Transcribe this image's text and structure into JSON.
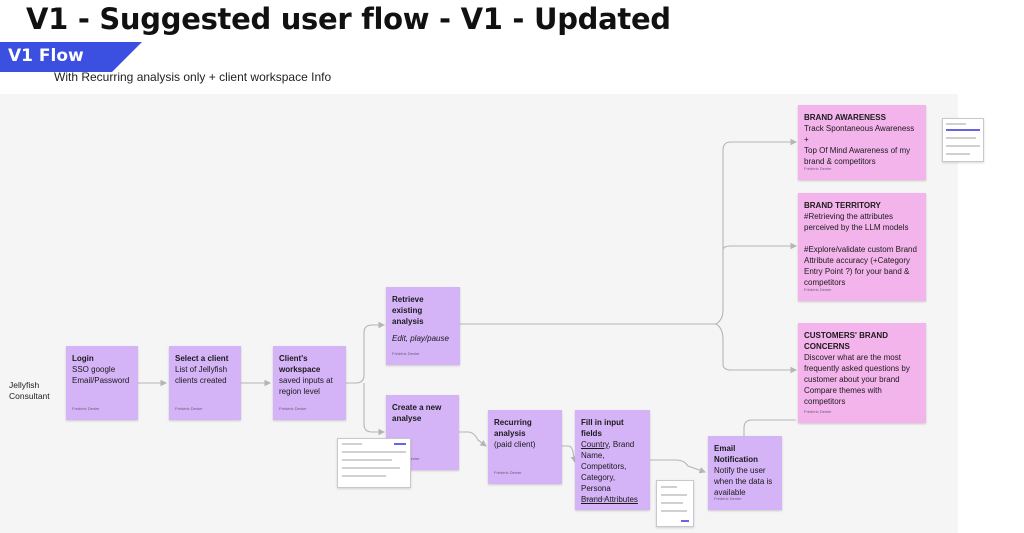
{
  "header": {
    "title": "V1 - Suggested user flow - V1 - Updated",
    "flow_tag": "V1 Flow",
    "subtitle": "With  Recurring analysis only + client workspace Info"
  },
  "actor": "Jellyfish\nConsultant",
  "colors": {
    "flow_tag": "#3b4fe0",
    "sticky_purple": "#d4b3f7",
    "sticky_pink": "#f3b4ec",
    "board": "#f5f5f5",
    "edge": "#b5b5b5"
  },
  "nodes": {
    "login": {
      "title": "Login",
      "body": "SSO google\nEmail/Password",
      "author": "Frédéric Denier"
    },
    "select_client": {
      "title": "Select a client",
      "body": "List of Jellyfish\nclients created",
      "author": "Frédéric Denier"
    },
    "workspace": {
      "title": "Client's\nworkspace",
      "body": "saved inputs at\nregion level",
      "author": "Frédéric Denier"
    },
    "retrieve": {
      "title": "Retrieve existing\nanalysis",
      "body": "Edit, play/pause",
      "author": "Frédéric Denier"
    },
    "create": {
      "title": "Create a new\nanalyse",
      "author": "Frédéric Denier"
    },
    "recurring": {
      "title": "Recurring\nanalysis",
      "body": "(paid client)",
      "author": "Frédéric Denier"
    },
    "fill": {
      "title": "Fill in input fields",
      "body_link1": "Country",
      "body_mid": ", Brand\nName,\nCompetitors,\nCategory,\nPersona",
      "body_link2": "Brand Attributes",
      "author": "Frédéric Denier"
    },
    "email": {
      "title": "Email Notification",
      "body": "Notify the user\nwhen the data is\navailable",
      "author": "Frédéric Denier"
    },
    "awareness": {
      "title": "BRAND AWARENESS",
      "body": "Track Spontaneous Awareness +\nTop Of Mind Awareness of my\nbrand & competitors",
      "author": "Frédéric Denier"
    },
    "territory": {
      "title": "BRAND TERRITORY",
      "body": "#Retrieving the attributes\nperceived by the LLM models\n\n#Explore/validate custom Brand\nAttribute accuracy (+Category\nEntry Point ?) for your band &\ncompetitors",
      "author": "Frédéric Denier"
    },
    "concerns": {
      "title": "CUSTOMERS' BRAND\nCONCERNS",
      "body": "Discover what are the most\nfrequently asked questions by\ncustomer about your brand\nCompare themes with\ncompetitors",
      "author": "Frédéric Denier"
    }
  }
}
